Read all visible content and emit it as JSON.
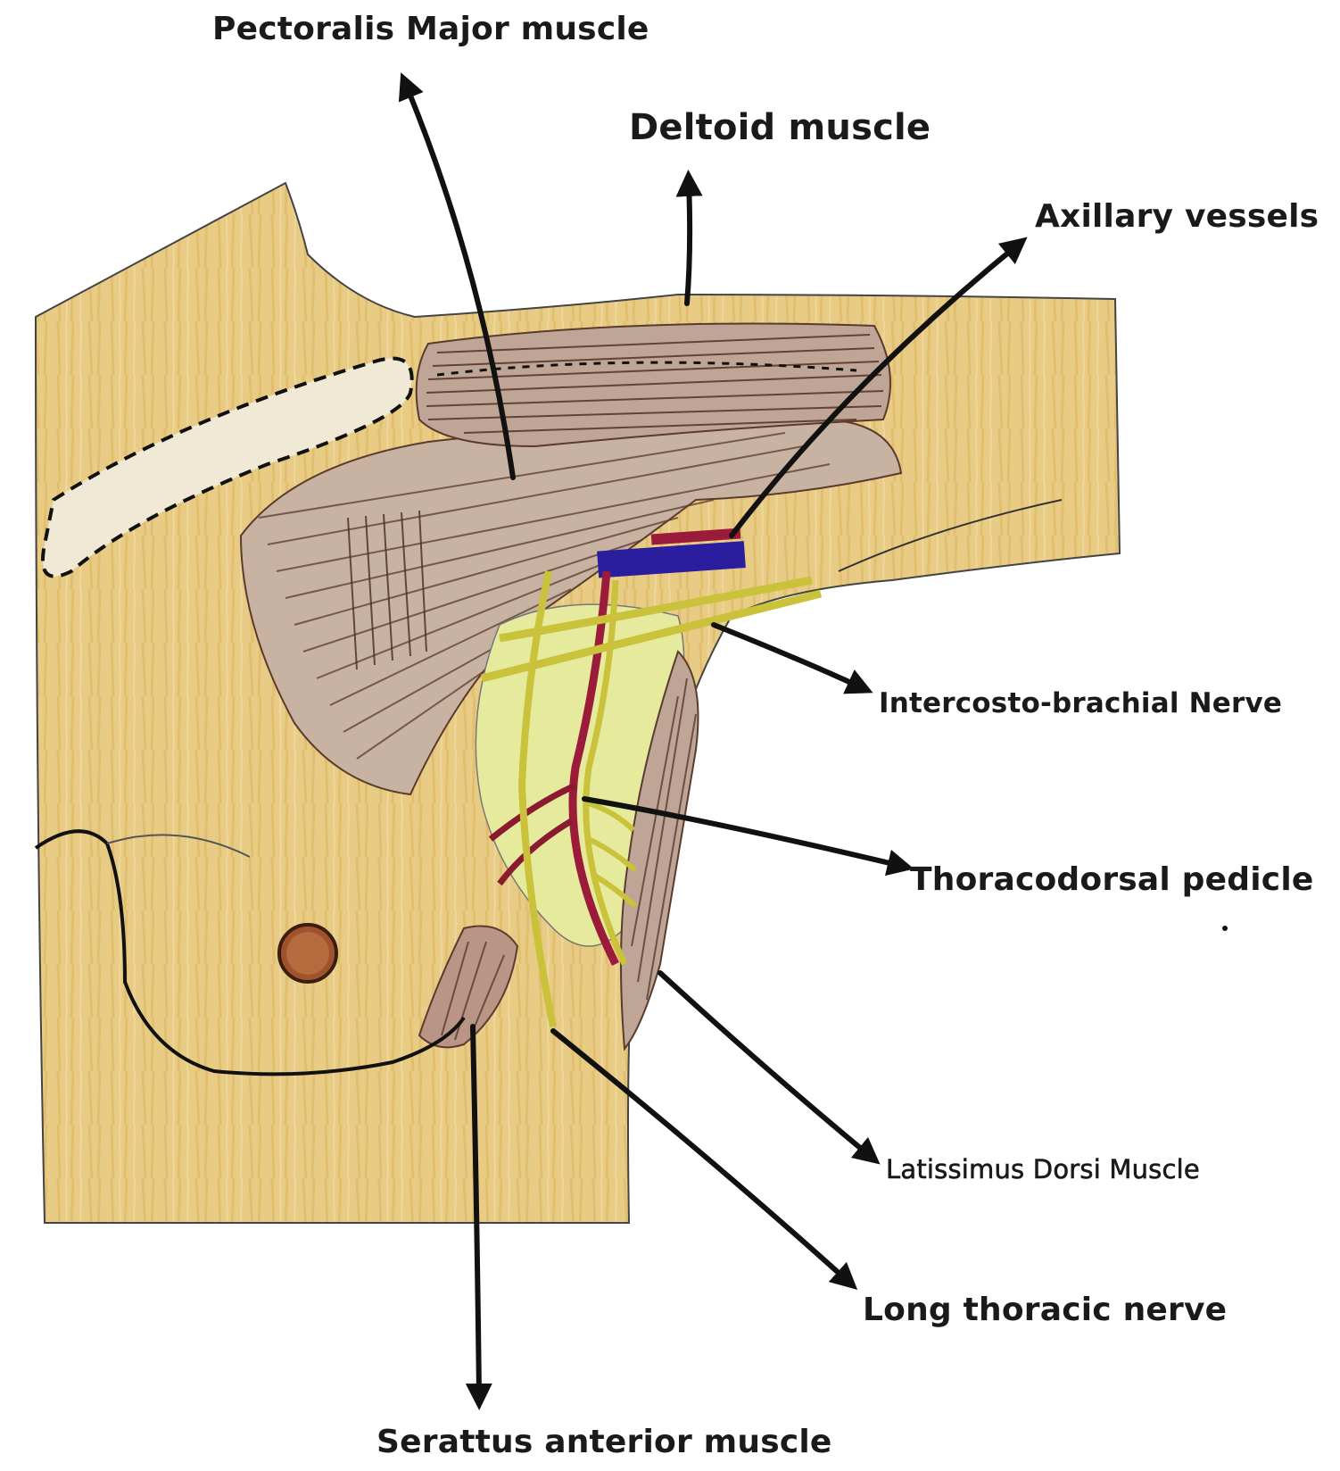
{
  "labels": {
    "pectoralis_major": "Pectoralis Major muscle",
    "deltoid": "Deltoid muscle",
    "axillary_vessels": "Axillary vessels",
    "intercostobrachial": "Intercosto-brachial Nerve",
    "thoracodorsal": "Thoracodorsal pedicle",
    "latissimus": "Latissimus Dorsi Muscle",
    "long_thoracic": "Long thoracic nerve",
    "serratus": "Serattus anterior muscle"
  },
  "colors": {
    "skin": "#e8cc86",
    "skin_shade": "#d9a94a",
    "muscle": "#b89a8a",
    "muscle_line": "#5a3b2e",
    "nerve": "#c9c23a",
    "artery": "#9b1b3a",
    "vein": "#2a1d9e",
    "fat": "#e6ea9c",
    "ink": "#111111"
  }
}
